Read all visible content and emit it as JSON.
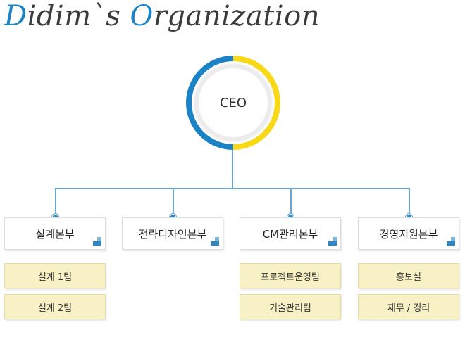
{
  "title": {
    "initial1": "D",
    "rest1": "idim`s ",
    "initial2": "O",
    "rest2": "rganization"
  },
  "ceo": {
    "label": "CEO"
  },
  "colors": {
    "accent_blue": "#1a82c5",
    "accent_yellow": "#f7d917",
    "connector": "#6aa7cf",
    "team_bg": "#f8f1c6"
  },
  "departments": [
    {
      "label": "설계본부",
      "teams": [
        "설계 1팀",
        "설계 2팀"
      ]
    },
    {
      "label": "전략디자인본부",
      "teams": []
    },
    {
      "label": "CM관리본부",
      "teams": [
        "프로젝트운영팀",
        "기술관리팀"
      ]
    },
    {
      "label": "경영지원본부",
      "teams": [
        "홍보실",
        "재무 / 경리"
      ]
    }
  ]
}
